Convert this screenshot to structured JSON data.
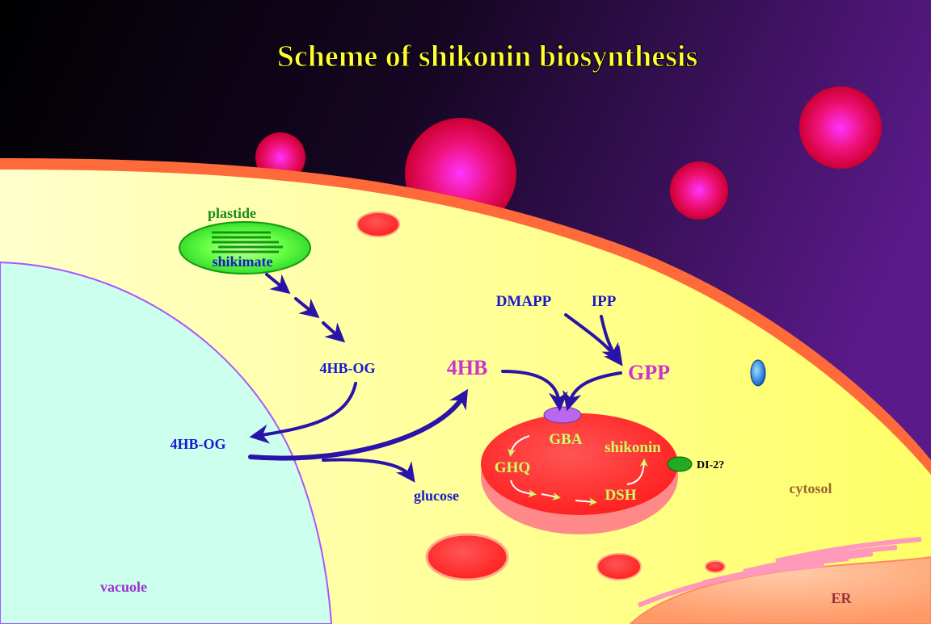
{
  "title": "Scheme of shikonin biosynthesis",
  "labels": {
    "plastide": "plastide",
    "shikimate": "shikimate",
    "hb_og_upper": "4HB-OG",
    "hb_og_lower": "4HB-OG",
    "hb": "4HB",
    "dmapp": "DMAPP",
    "ipp": "IPP",
    "gpp": "GPP",
    "gba": "GBA",
    "ghq": "GHQ",
    "shikonin": "shikonin",
    "dsh": "DSH",
    "di2": "DI-2?",
    "glucose": "glucose",
    "cytosol": "cytosol",
    "vacuole": "vacuole",
    "er": "ER"
  },
  "colors": {
    "title": "#ffff33",
    "cytoplasm": "#ffff99",
    "membrane": "#ff6644",
    "vacuole": "#ccffee",
    "vacuole_border": "#aa55ff",
    "plastid": "#33ee33",
    "arrow": "#2a13a8",
    "pathway_text": "#1a1acc",
    "product_text": "#cc33cc",
    "vesicle_text": "#ccff66",
    "oil_body": "#ff3333",
    "plastide_label": "#1a8a1a",
    "cytosol_label": "#996633",
    "vacuole_label": "#9933cc",
    "er_label": "#993333"
  }
}
